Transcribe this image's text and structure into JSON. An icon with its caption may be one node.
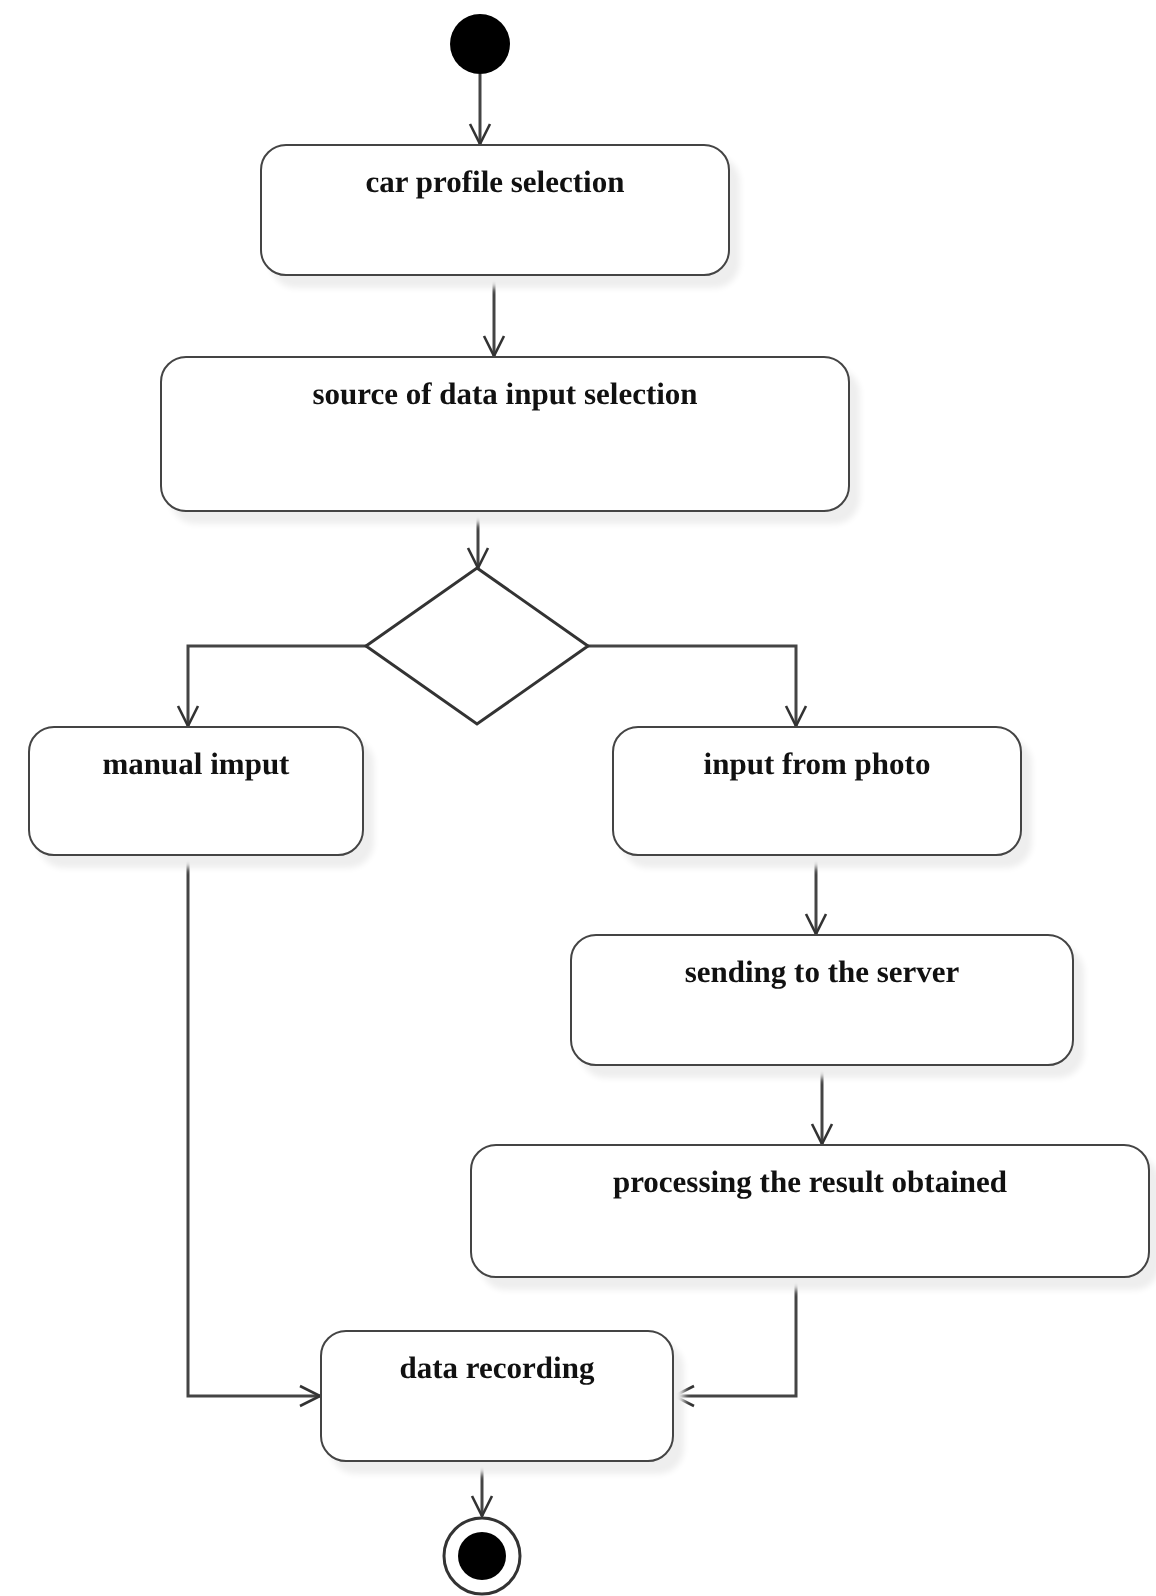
{
  "diagram": {
    "nodes": [
      {
        "text": [],
        "shape": "circle"
      },
      {
        "text": [
          "car profile selection"
        ]
      },
      {
        "text": [
          "source of data input selection"
        ]
      },
      {
        "text": [],
        "shape": "diamond"
      },
      {
        "text": [
          "manual imput"
        ]
      },
      {
        "text": [
          "input from photo"
        ]
      },
      {
        "text": [
          "sending to the server"
        ]
      },
      {
        "text": [
          "processing the result obtained"
        ]
      },
      {
        "text": [
          "data recording"
        ]
      },
      {
        "text": [],
        "shape": "bullseye"
      }
    ],
    "edges": [
      {
        "from": 0,
        "to": 1,
        "arrow": "to"
      },
      {
        "from": 1,
        "to": 2,
        "arrow": "to"
      },
      {
        "from": 2,
        "to": 3,
        "arrow": "to"
      },
      {
        "from": 3,
        "to": 4,
        "arrow": "to"
      },
      {
        "from": 3,
        "to": 5,
        "arrow": "to"
      },
      {
        "from": 5,
        "to": 6,
        "arrow": "to"
      },
      {
        "from": 6,
        "to": 7,
        "arrow": "to"
      },
      {
        "from": 4,
        "to": 8,
        "arrow": "to"
      },
      {
        "from": 7,
        "to": 8,
        "arrow": "to"
      },
      {
        "from": 8,
        "to": 9,
        "arrow": "to"
      }
    ]
  }
}
